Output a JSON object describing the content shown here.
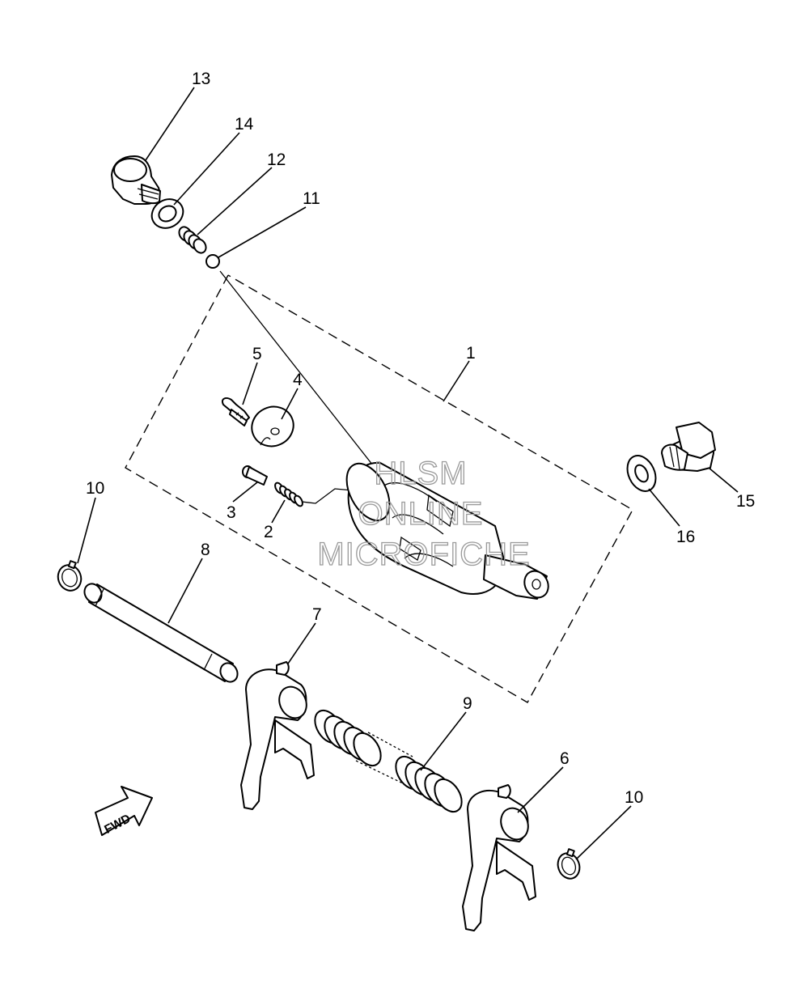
{
  "callouts": {
    "c1": "1",
    "c2": "2",
    "c3": "3",
    "c4": "4",
    "c5": "5",
    "c6": "6",
    "c7": "7",
    "c8": "8",
    "c9": "9",
    "c10a": "10",
    "c10b": "10",
    "c11": "11",
    "c12": "12",
    "c13": "13",
    "c14": "14",
    "c15": "15",
    "c16": "16"
  },
  "watermark": {
    "line1": "HLSM",
    "line2": "ONLINE",
    "line3": "MICROFICHE"
  },
  "fwd_label": "FWD"
}
